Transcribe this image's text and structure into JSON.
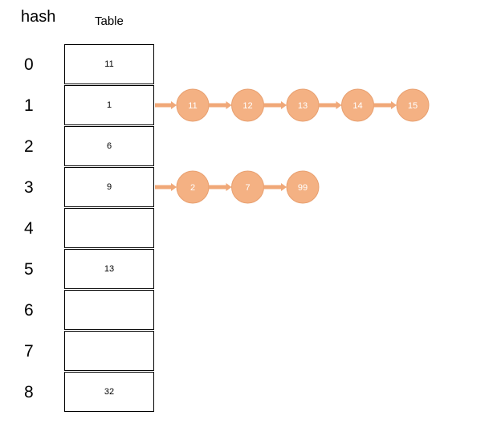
{
  "header": {
    "hash_label": "hash",
    "table_label": "Table"
  },
  "rows": [
    {
      "index": "0",
      "value": "11",
      "chain": []
    },
    {
      "index": "1",
      "value": "1",
      "chain": [
        "11",
        "12",
        "13",
        "14",
        "15"
      ]
    },
    {
      "index": "2",
      "value": "6",
      "chain": []
    },
    {
      "index": "3",
      "value": "9",
      "chain": [
        "2",
        "7",
        "99"
      ]
    },
    {
      "index": "4",
      "value": "",
      "chain": []
    },
    {
      "index": "5",
      "value": "13",
      "chain": []
    },
    {
      "index": "6",
      "value": "",
      "chain": []
    },
    {
      "index": "7",
      "value": "",
      "chain": []
    },
    {
      "index": "8",
      "value": "32",
      "chain": []
    }
  ],
  "colors": {
    "node_fill": "#f4b183",
    "node_stroke": "#e8a070",
    "arrow": "#f0a878",
    "node_text": "#ffffff",
    "table_border": "#000000"
  }
}
